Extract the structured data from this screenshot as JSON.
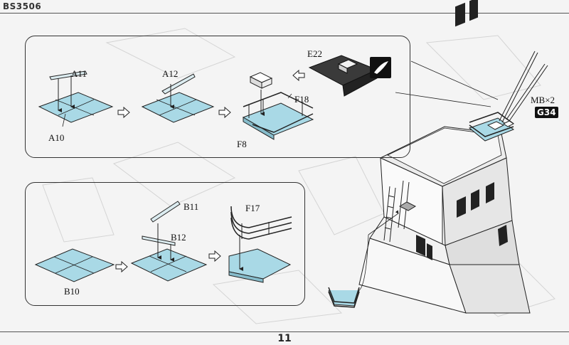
{
  "header": {
    "code": "BS3506"
  },
  "page_number": "11",
  "step1": {
    "labels": {
      "a11": "A11",
      "a12": "A12",
      "a10": "A10",
      "f18": "F18",
      "f8": "F8",
      "e22": "E22"
    }
  },
  "step2": {
    "labels": {
      "b11": "B11",
      "b12": "B12",
      "b10": "B10",
      "f17": "F17"
    }
  },
  "callout": {
    "mb": "MB×2",
    "g34": "G34"
  },
  "colors": {
    "part_blue": "#a9d9e6",
    "outline": "#222222",
    "dark_part": "#3a3a3a"
  }
}
